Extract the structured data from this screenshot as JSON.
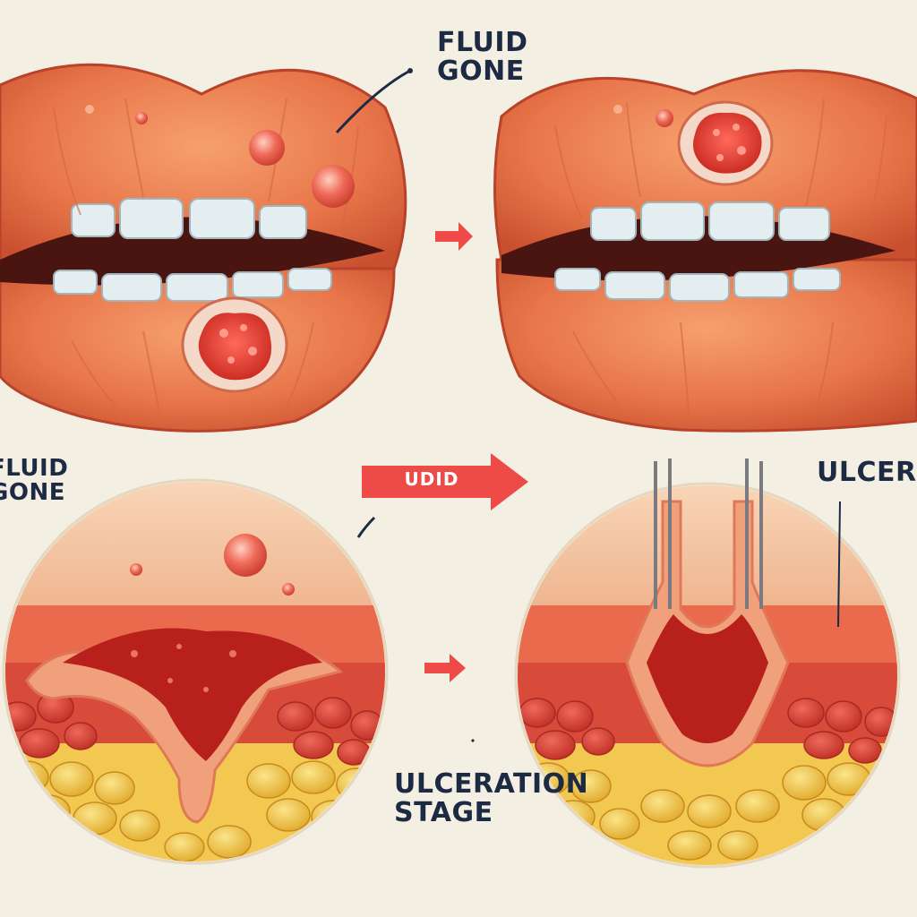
{
  "labels": {
    "top_right_line1": "FLUID",
    "top_right_line2": "GONE",
    "mid_left_line1": "FLUID",
    "mid_left_line2": "GONE",
    "mid_right": "ULCER",
    "arrow_badge": "UDID",
    "bottom_line1": "ULCERATION",
    "bottom_line2": "STAGE"
  },
  "colors": {
    "background": "#f3efe3",
    "lip": "#e8764a",
    "lesion": "#d8362e",
    "arrow": "#ee4a48",
    "label_text": "#1d2a44",
    "fat": "#f0c84a"
  }
}
